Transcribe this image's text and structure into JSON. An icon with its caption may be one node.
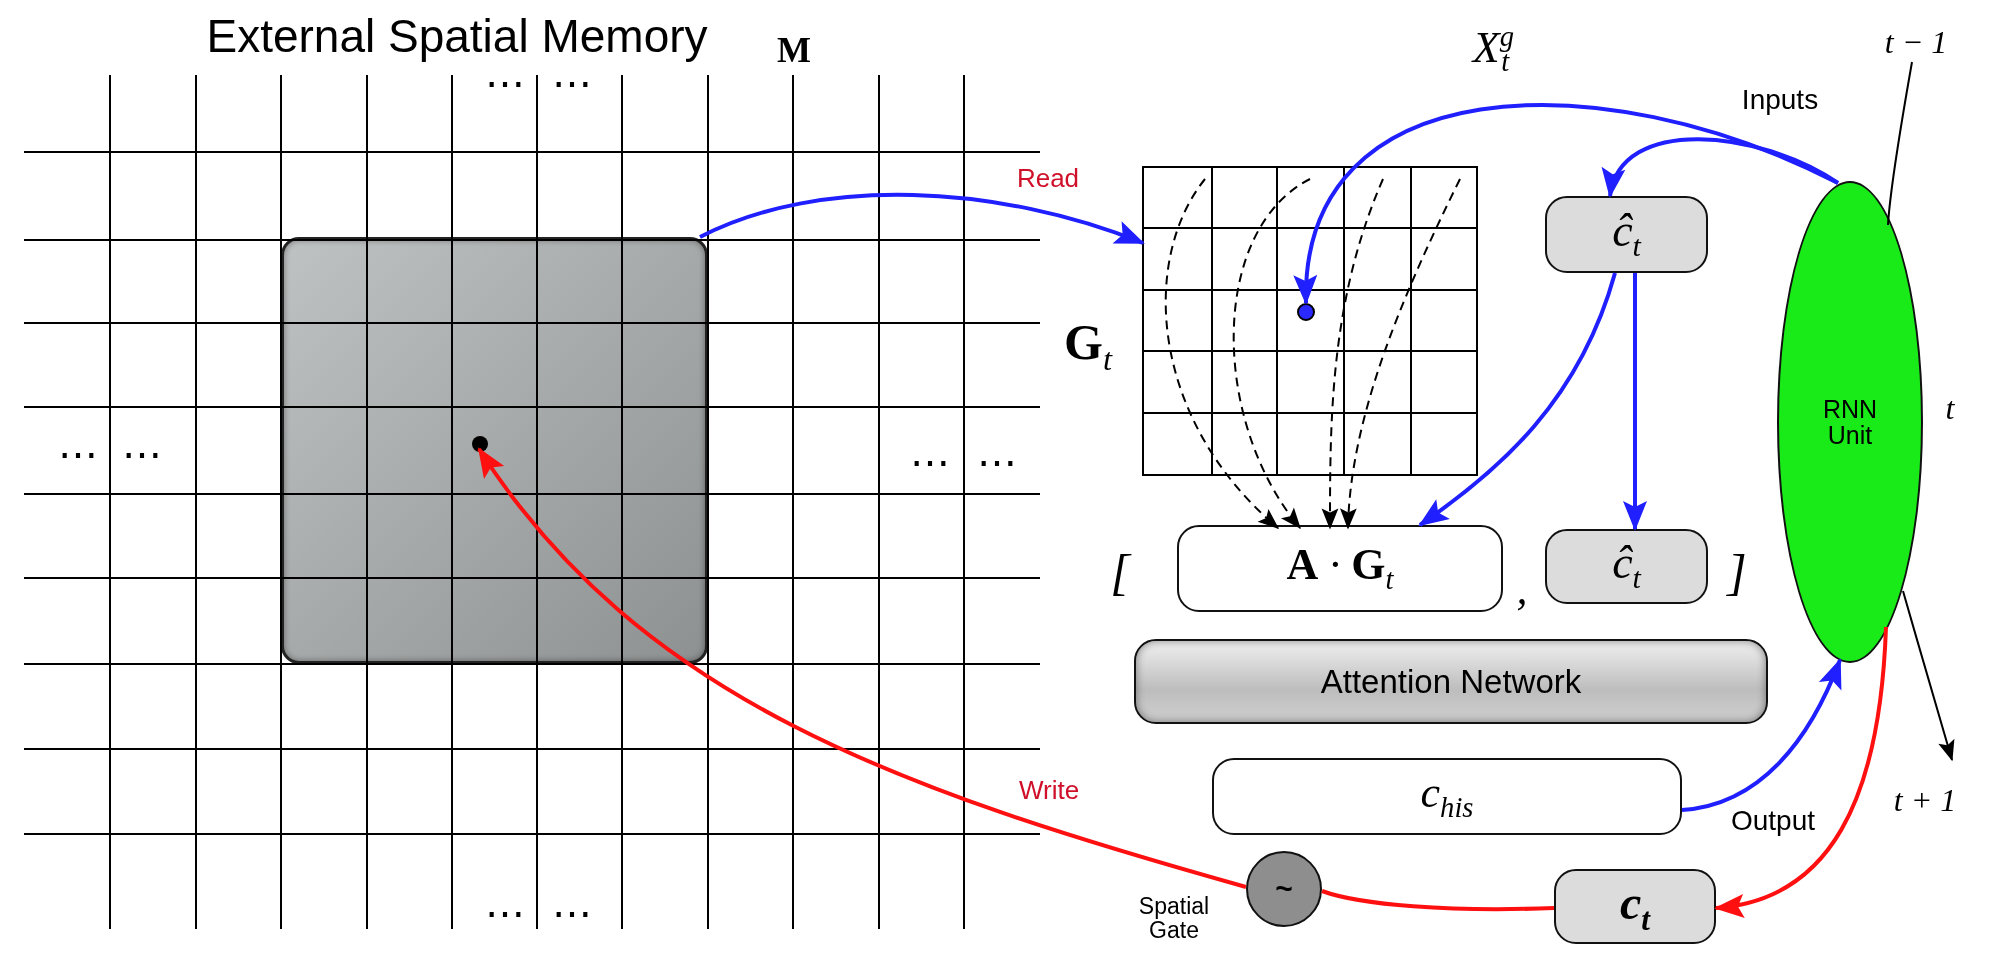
{
  "diagram": {
    "title": "External Spatial Memory",
    "nodes": [
      {
        "text": [],
        "shape": "box"
      },
      {
        "text": [],
        "shape": "circle",
        "in": 0
      },
      {
        "text": [
          "**G**$_{t}$"
        ]
      },
      {
        "text": [],
        "shape": "circle",
        "in": 2
      },
      {
        "text": [
          "ĉ$_{t}$"
        ]
      },
      {
        "text": [
          "RNN Unit"
        ],
        "beside": [
          "t"
        ]
      },
      {
        "text": [
          "**A** · **G**$_{t}$"
        ]
      },
      {
        "text": [
          "ĉ$_{t}$"
        ]
      },
      {
        "text": [
          "Attention Network"
        ]
      },
      {
        "text": [
          "c$_{his}$"
        ]
      },
      {
        "text": [
          "~"
        ],
        "beside": [
          "Spatial Gate"
        ]
      },
      {
        "text": [
          "c$_{t}$"
        ]
      }
    ],
    "edges": [
      {
        "from": 0,
        "to": 2,
        "arrow": "to",
        "label": "Read",
        "color": "#1f1fff"
      },
      {
        "from": 5,
        "to": 3,
        "arrow": "to",
        "label": "*X*$^{g}$$_{t}$",
        "color": "#1f1fff"
      },
      {
        "from": 5,
        "to": 4,
        "arrow": "to",
        "color": "#1f1fff"
      },
      {
        "from": 2,
        "to": 6,
        "arrow": "to",
        "style": "dashed",
        "color": "#000000"
      },
      {
        "from": 2,
        "to": 6,
        "arrow": "to",
        "style": "dashed",
        "color": "#000000"
      },
      {
        "from": 2,
        "to": 6,
        "arrow": "to",
        "style": "dashed",
        "color": "#000000"
      },
      {
        "from": 2,
        "to": 6,
        "arrow": "to",
        "style": "dashed",
        "color": "#000000"
      },
      {
        "from": 4,
        "to": 6,
        "arrow": "to",
        "color": "#1f1fff"
      },
      {
        "from": 4,
        "to": 7,
        "arrow": "to",
        "color": "#1f1fff"
      },
      {
        "from": 9,
        "to": 5,
        "arrow": "to",
        "label": "Output",
        "color": "#1f1fff"
      },
      {
        "from": 5,
        "to": 11,
        "arrow": "to",
        "color": "#ff1010"
      },
      {
        "from": 11,
        "to": 10,
        "arrow": "none",
        "color": "#ff1010"
      },
      {
        "from": 10,
        "to": 1,
        "arrow": "to",
        "label": "Write",
        "color": "#ff1010"
      },
      {
        "from": null,
        "to": 5,
        "arrow": "none",
        "label": "*t* − 1",
        "color": "#000000"
      },
      {
        "from": 5,
        "to": null,
        "arrow": "to",
        "label": "*t* + 1",
        "color": "#000000"
      }
    ],
    "labels": [
      "**M**",
      "⋯",
      "⋯",
      "⋯",
      "⋯",
      "⋯",
      "⋯",
      "⋯",
      "⋯",
      "[",
      ",",
      "]",
      "Inputs"
    ]
  }
}
